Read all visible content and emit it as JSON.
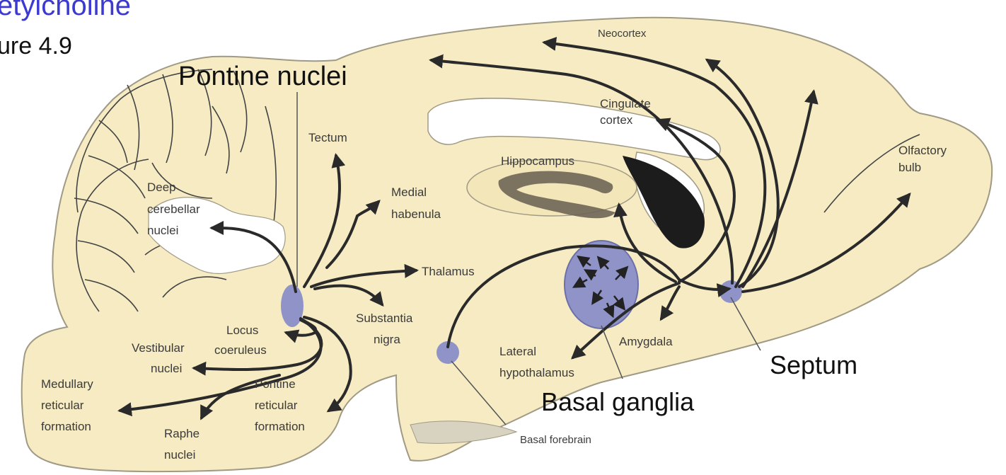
{
  "header": {
    "title_fragment": "etylcholine",
    "figure_fragment": "ure 4.9"
  },
  "labels": {
    "pontine_nuclei": "Pontine nuclei",
    "neocortex": "Neocortex",
    "cingulate_cortex": [
      "Cingulate",
      "cortex"
    ],
    "tectum": "Tectum",
    "hippocampus": "Hippocampus",
    "olfactory_bulb": [
      "Olfactory",
      "bulb"
    ],
    "deep_cerebellar_nuclei": [
      "Deep",
      "cerebellar",
      "nuclei"
    ],
    "medial_habenula": [
      "Medial",
      "habenula"
    ],
    "thalamus": "Thalamus",
    "substantia_nigra": [
      "Substantia",
      "nigra"
    ],
    "locus_coeruleus": [
      "Locus",
      "coeruleus"
    ],
    "vestibular_nuclei": [
      "Vestibular",
      "nuclei"
    ],
    "medullary_reticular_formation": [
      "Medullary",
      "reticular",
      "formation"
    ],
    "pontine_reticular_formation": [
      "Pontine",
      "reticular",
      "formation"
    ],
    "raphe_nuclei": [
      "Raphe",
      "nuclei"
    ],
    "amygdala": "Amygdala",
    "lateral_hypothalamus": [
      "Lateral",
      "hypothalamus"
    ],
    "septum": "Septum",
    "basal_ganglia": "Basal ganglia",
    "basal_forebrain": "Basal forebrain"
  },
  "colors": {
    "tissue": "#f6ebc3",
    "outline": "#a09a85",
    "nucleus": "#8f93c8",
    "pathway": "#2a2a2a",
    "title_blue": "#3c3ad0",
    "ventricle_dark": "#1c1c1c"
  }
}
